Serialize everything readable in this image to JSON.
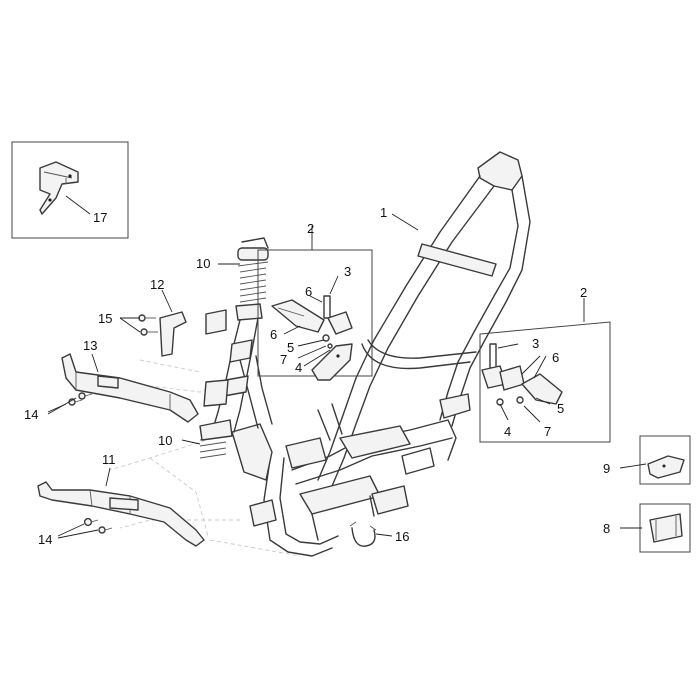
{
  "callouts": [
    {
      "id": "c1",
      "label": "1"
    },
    {
      "id": "c2a",
      "label": "2"
    },
    {
      "id": "c2b",
      "label": "2"
    },
    {
      "id": "c3a",
      "label": "3"
    },
    {
      "id": "c3b",
      "label": "3"
    },
    {
      "id": "c4a",
      "label": "4"
    },
    {
      "id": "c4b",
      "label": "4"
    },
    {
      "id": "c5a",
      "label": "5"
    },
    {
      "id": "c5b",
      "label": "5"
    },
    {
      "id": "c6a",
      "label": "6"
    },
    {
      "id": "c6b",
      "label": "6"
    },
    {
      "id": "c6c",
      "label": "6"
    },
    {
      "id": "c7a",
      "label": "7"
    },
    {
      "id": "c7b",
      "label": "7"
    },
    {
      "id": "c8",
      "label": "8"
    },
    {
      "id": "c9",
      "label": "9"
    },
    {
      "id": "c10a",
      "label": "10"
    },
    {
      "id": "c10b",
      "label": "10"
    },
    {
      "id": "c11",
      "label": "11"
    },
    {
      "id": "c12",
      "label": "12"
    },
    {
      "id": "c13",
      "label": "13"
    },
    {
      "id": "c14a",
      "label": "14"
    },
    {
      "id": "c14b",
      "label": "14"
    },
    {
      "id": "c15",
      "label": "15"
    },
    {
      "id": "c16",
      "label": "16"
    },
    {
      "id": "c17",
      "label": "17"
    }
  ]
}
